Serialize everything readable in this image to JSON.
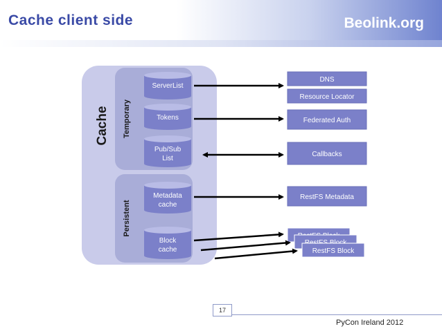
{
  "slide": {
    "title": "Cache client side",
    "brand": "Beolink.org",
    "page_number": "17",
    "footer": "PyCon Ireland 2012"
  },
  "diagram": {
    "cache_label": "Cache",
    "temporary_label": "Temporary",
    "persistent_label": "Persistent",
    "cylinders": {
      "serverlist": "ServerList",
      "tokens": "Tokens",
      "pubsub_line1": "Pub/Sub",
      "pubsub_line2": "List",
      "metadata_line1": "Metadata",
      "metadata_line2": "cache",
      "block_line1": "Block",
      "block_line2": "cache"
    },
    "services": {
      "dns": "DNS",
      "resource_locator": "Resource Locator",
      "federated_auth": "Federated Auth",
      "callbacks": "Callbacks",
      "restfs_metadata": "RestFS Metadata",
      "restfs_block_1": "RestFS Block",
      "restfs_block_2": "RestFS Block",
      "restfs_block_3": "RestFS Block"
    },
    "colors": {
      "cache_container": "#c9cbea",
      "group_fill": "#a9add8",
      "cylinder": "#7b80c9",
      "cylinder_top": "#b9bce6",
      "service_box": "#7b80c9",
      "arrow": "#000000",
      "title": "#3a4aa6"
    }
  }
}
